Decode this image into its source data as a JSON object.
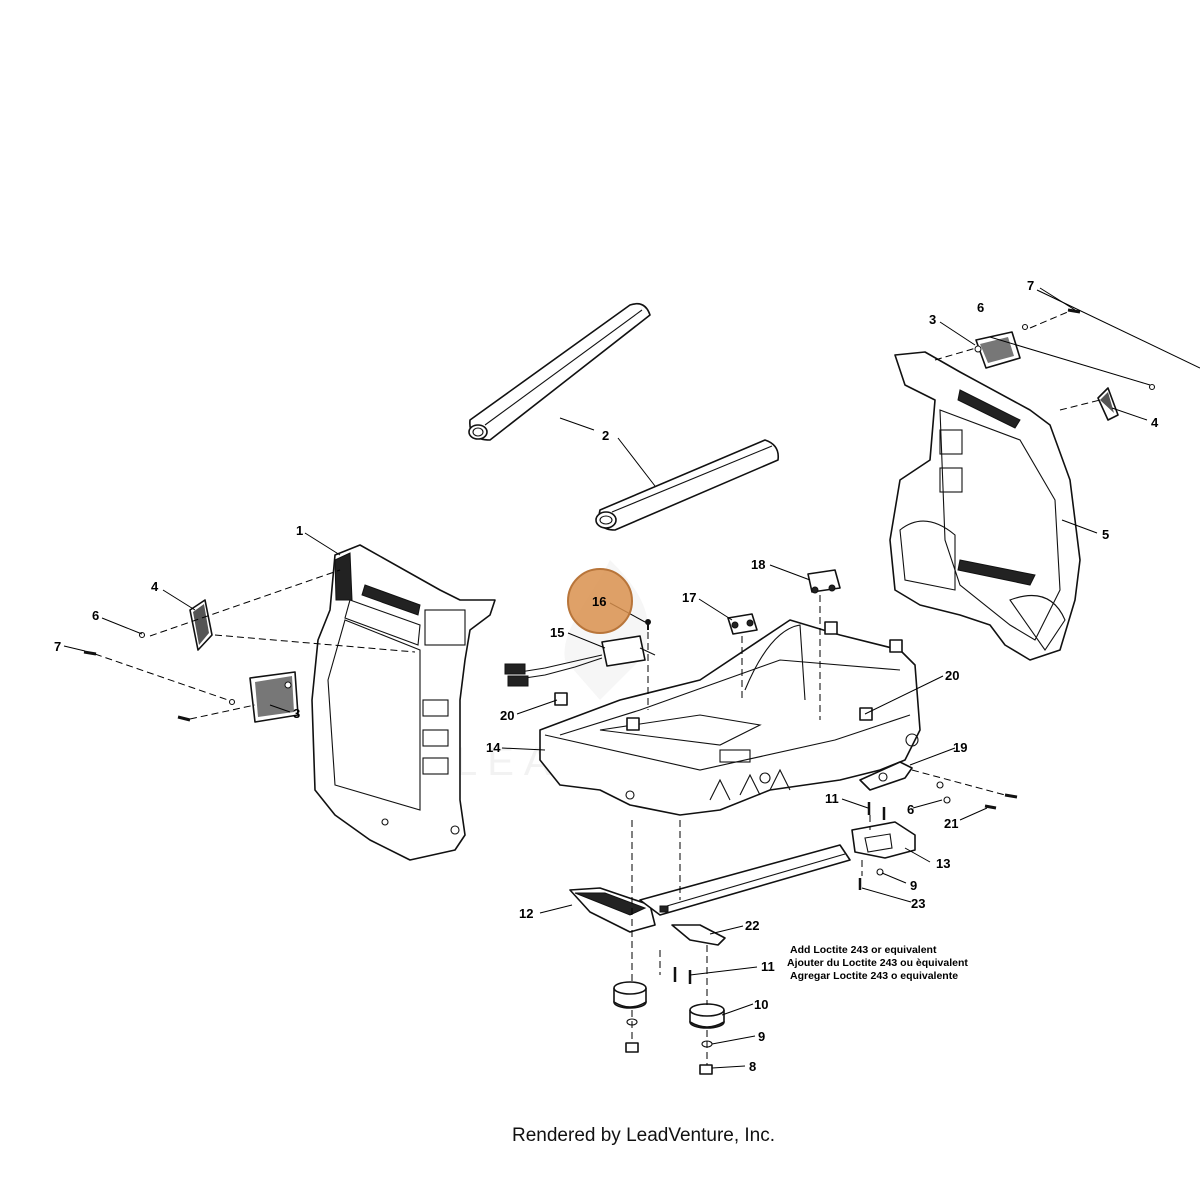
{
  "callouts": [
    {
      "id": "c1",
      "label": "1"
    },
    {
      "id": "c2",
      "label": "2"
    },
    {
      "id": "c3a",
      "label": "3"
    },
    {
      "id": "c3b",
      "label": "3"
    },
    {
      "id": "c4a",
      "label": "4"
    },
    {
      "id": "c4b",
      "label": "4"
    },
    {
      "id": "c5",
      "label": "5"
    },
    {
      "id": "c6a",
      "label": "6"
    },
    {
      "id": "c6b",
      "label": "6"
    },
    {
      "id": "c6c",
      "label": "6"
    },
    {
      "id": "c7a",
      "label": "7"
    },
    {
      "id": "c7b",
      "label": "7"
    },
    {
      "id": "c8",
      "label": "8"
    },
    {
      "id": "c9a",
      "label": "9"
    },
    {
      "id": "c9b",
      "label": "9"
    },
    {
      "id": "c10",
      "label": "10"
    },
    {
      "id": "c11a",
      "label": "11"
    },
    {
      "id": "c11b",
      "label": "11"
    },
    {
      "id": "c12",
      "label": "12"
    },
    {
      "id": "c13",
      "label": "13"
    },
    {
      "id": "c14",
      "label": "14"
    },
    {
      "id": "c15",
      "label": "15"
    },
    {
      "id": "c16",
      "label": "16"
    },
    {
      "id": "c17",
      "label": "17"
    },
    {
      "id": "c18",
      "label": "18"
    },
    {
      "id": "c19",
      "label": "19"
    },
    {
      "id": "c20a",
      "label": "20"
    },
    {
      "id": "c20b",
      "label": "20"
    },
    {
      "id": "c21",
      "label": "21"
    },
    {
      "id": "c22",
      "label": "22"
    },
    {
      "id": "c23",
      "label": "23"
    }
  ],
  "highlighted_part": "16",
  "highlight_color": "#d9914e",
  "note": {
    "line1": "Add Loctite 243 or equivalent",
    "line2": "Ajouter du Loctite 243 ou èquivalent",
    "line3": "Agregar Loctite 243 o equivalente"
  },
  "watermark": "LEADVENTURE",
  "footer": "Rendered by LeadVenture, Inc."
}
